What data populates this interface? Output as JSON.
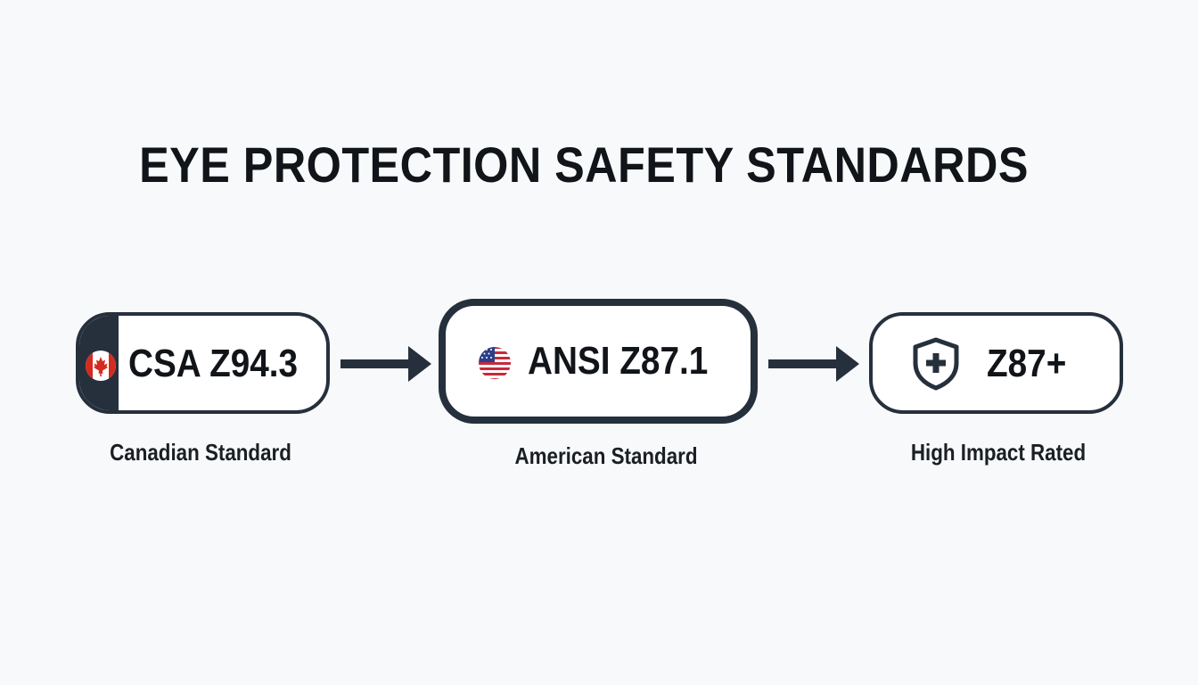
{
  "title": "EYE PROTECTION SAFETY STANDARDS",
  "colors": {
    "background": "#f8f9fa",
    "primary_dark": "#26303d",
    "text": "#111418",
    "canada_red": "#d52b1e",
    "usa_red": "#c8283b",
    "usa_blue": "#2a3f8a"
  },
  "standards": [
    {
      "label": "CSA Z94.3",
      "caption": "Canadian Standard",
      "icon": "canada-flag-icon"
    },
    {
      "label": "ANSI Z87.1",
      "caption": "American Standard",
      "icon": "usa-flag-icon"
    },
    {
      "label": "Z87+",
      "caption": "High Impact Rated",
      "icon": "shield-plus-icon"
    }
  ],
  "connectors": [
    {
      "from": "CSA Z94.3",
      "to": "ANSI Z87.1",
      "icon": "arrow-right-icon"
    },
    {
      "from": "ANSI Z87.1",
      "to": "Z87+",
      "icon": "arrow-right-icon"
    }
  ]
}
